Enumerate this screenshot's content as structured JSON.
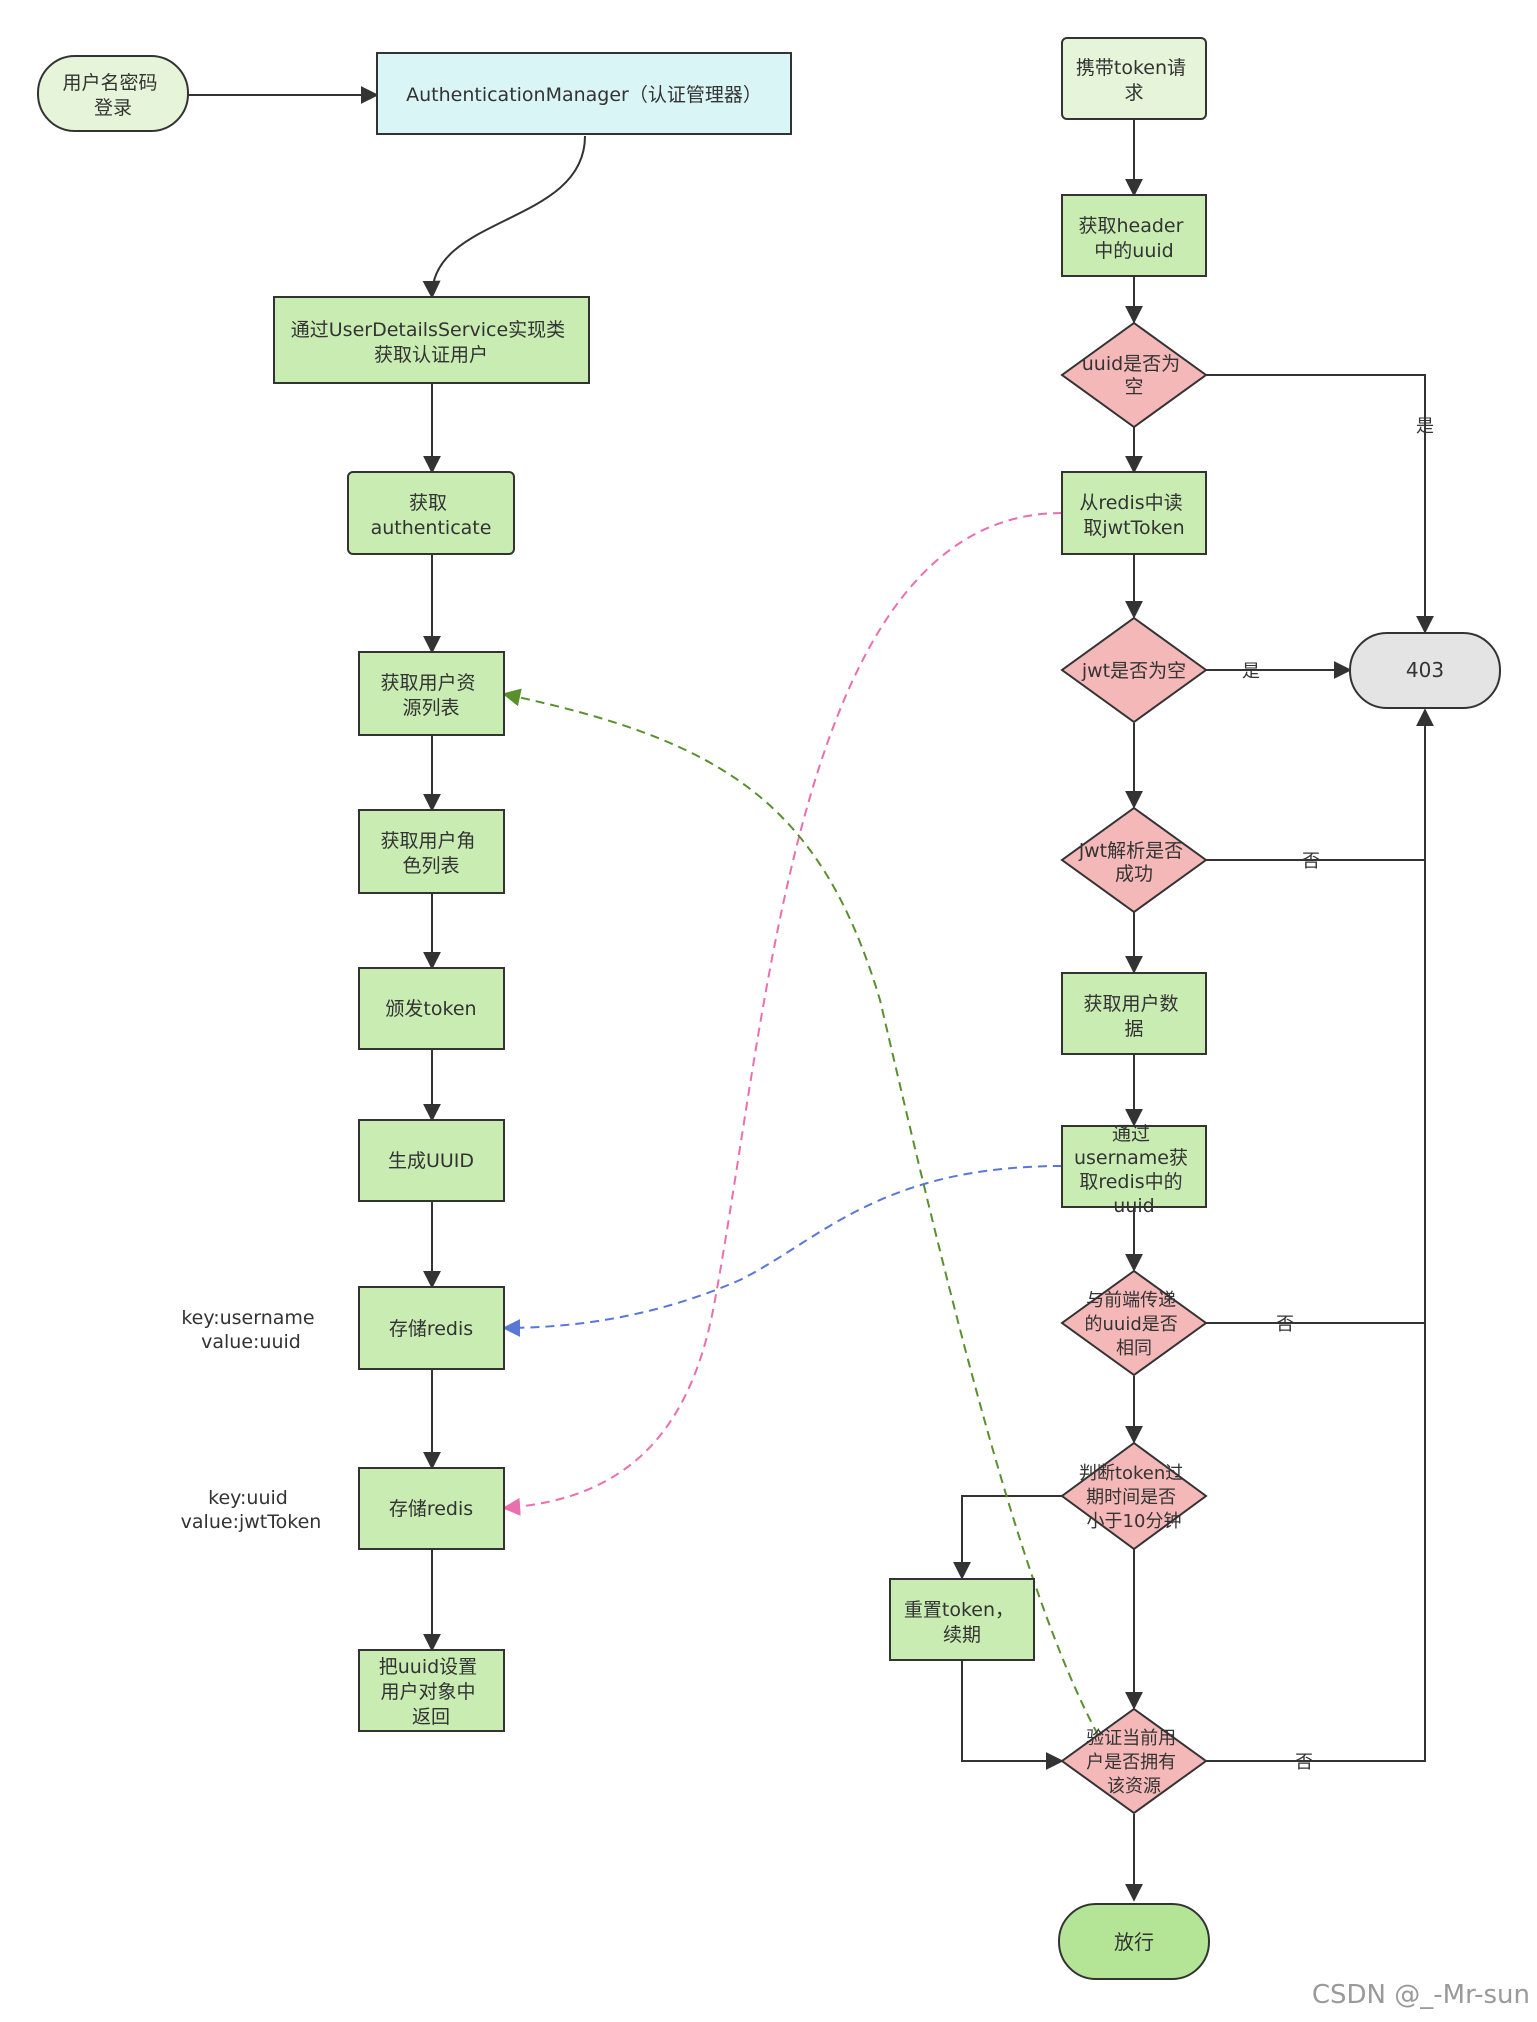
{
  "colors": {
    "process_fill": "#c9ecb3",
    "process_stroke": "#333333",
    "start_fill": "#e6f5d9",
    "manager_fill": "#daf5f5",
    "decision_fill": "#f5b8b8",
    "end_fill": "#b4e596",
    "forbidden_fill": "#e4e4e4",
    "pink_link": "#e96fae",
    "green_link": "#5a8f2e",
    "blue_link": "#5a77d8"
  },
  "nodes": {
    "login": [
      "用户名密码",
      "登录"
    ],
    "auth_manager": [
      "AuthenticationManager（认证管理器）"
    ],
    "user_details": [
      "通过UserDetailsService实现类",
      "获取认证用户"
    ],
    "get_auth": [
      "获取",
      "authenticate"
    ],
    "resources": [
      "获取用户资",
      "源列表"
    ],
    "roles": [
      "获取用户角",
      "色列表"
    ],
    "issue_token": [
      "颁发token"
    ],
    "gen_uuid": [
      "生成UUID"
    ],
    "store_redis_1": [
      "存储redis"
    ],
    "store_redis_2": [
      "存储redis"
    ],
    "set_uuid": [
      "把uuid设置",
      "用户对象中",
      "返回"
    ],
    "token_req": [
      "携带token请",
      "求"
    ],
    "get_header": [
      "获取header",
      "中的uuid"
    ],
    "uuid_empty": [
      "uuid是否为",
      "空"
    ],
    "read_jwt": [
      "从redis中读",
      "取jwtToken"
    ],
    "jwt_empty": [
      "jwt是否为空"
    ],
    "jwt_parse": [
      "jwt解析是否",
      "成功"
    ],
    "get_user": [
      "获取用户数",
      "据"
    ],
    "get_redis_uuid": [
      "通过",
      "username获",
      "取redis中的",
      "uuid"
    ],
    "same_uuid": [
      "与前端传递",
      "的uuid是否",
      "相同"
    ],
    "expire_check": [
      "判断token过",
      "期时间是否",
      "小于10分钟"
    ],
    "renew": [
      "重置token，",
      "续期"
    ],
    "verify": [
      "验证当前用",
      "户是否拥有",
      "该资源"
    ],
    "pass": [
      "放行"
    ],
    "forbidden": [
      "403"
    ]
  },
  "annotations": {
    "kv1": [
      "key:username",
      "value:uuid"
    ],
    "kv2": [
      "key:uuid",
      "value:jwtToken"
    ]
  },
  "edge_labels": {
    "yes_1": "是",
    "yes_2": "是",
    "no_1": "否",
    "no_2": "否",
    "no_3": "否"
  },
  "watermark": "CSDN @_-Mr-sun"
}
